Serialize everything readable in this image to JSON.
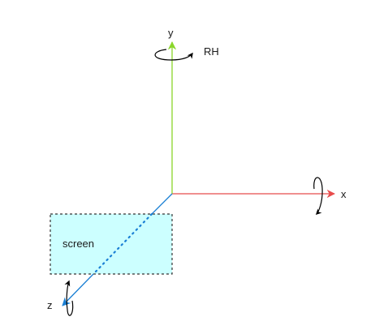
{
  "diagram": {
    "axes": {
      "x": {
        "label": "x",
        "color": "#e84c4c"
      },
      "y": {
        "label": "y",
        "color": "#8ad62a"
      },
      "z": {
        "label": "z",
        "color": "#1a7fd4"
      }
    },
    "handedness_label": "RH",
    "screen": {
      "label": "screen",
      "fill": "#ccffff",
      "border": "#333333"
    }
  }
}
